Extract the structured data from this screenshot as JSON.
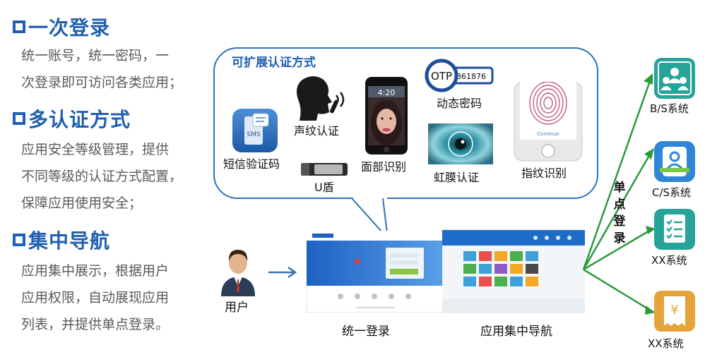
{
  "features": [
    {
      "title": "一次登录",
      "lines": [
        "统一账号，统一密码，一",
        "次登录即可访问各类应用；"
      ]
    },
    {
      "title": "多认证方式",
      "lines": [
        "应用安全等级管理，提供",
        "不同等级的认证方式配置，",
        "保障应用使用安全；"
      ]
    },
    {
      "title": "集中导航",
      "lines": [
        "应用集中展示，根据用户",
        "应用权限，自动展现应用",
        "列表，并提供单点登录。"
      ]
    }
  ],
  "callout": {
    "title": "可扩展认证方式",
    "methods": {
      "sms": "短信验证码",
      "voice": "声纹认证",
      "face": "面部识别",
      "otp": "动态密码",
      "iris": "虹膜认证",
      "fingerprint": "指纹识别",
      "ukey": "U盾"
    },
    "sms_icon_text": "SMS",
    "phone_time": "4:20",
    "otp_badge": "OTP",
    "otp_code": "861876",
    "fingerprint_button": "Continue"
  },
  "flow": {
    "user": "用户",
    "login": "统一登录",
    "nav": "应用集中导航",
    "sso": [
      "单",
      "点",
      "登",
      "录"
    ]
  },
  "systems": [
    {
      "label": "B/S系统",
      "icon": "users-group-icon",
      "color": "#27a39a"
    },
    {
      "label": "C/S系统",
      "icon": "user-card-icon",
      "color": "#2f86d6"
    },
    {
      "label": "XX系统",
      "icon": "checklist-icon",
      "color": "#27a39a"
    },
    {
      "label": "XX系统",
      "icon": "yen-receipt-icon",
      "color": "#e6a33a"
    }
  ],
  "colors": {
    "accent": "#1f5fb0",
    "arrow": "#2a9b3c",
    "bubble_border": "#2b73b8"
  }
}
